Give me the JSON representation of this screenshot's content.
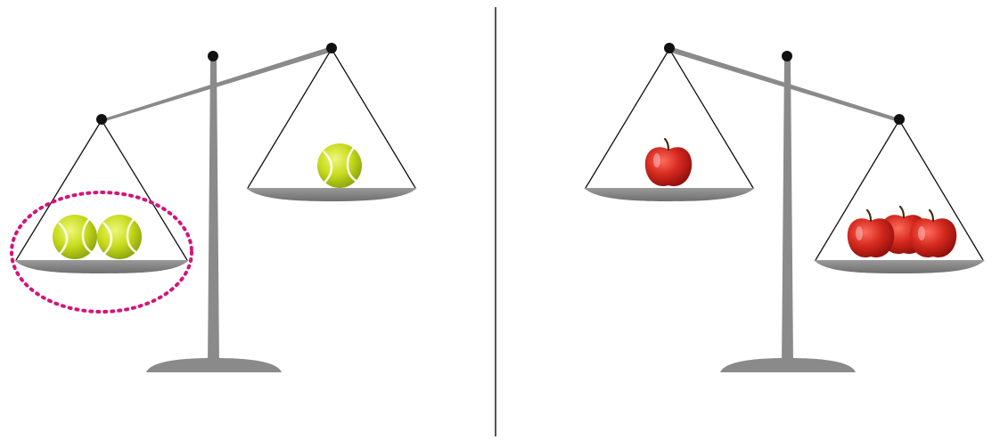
{
  "panels": [
    {
      "id": "left",
      "heavier_side": "left",
      "left_pan": {
        "item": "tennis-ball",
        "count": 2,
        "highlighted": true
      },
      "right_pan": {
        "item": "tennis-ball",
        "count": 1,
        "highlighted": false
      }
    },
    {
      "id": "right",
      "heavier_side": "right",
      "left_pan": {
        "item": "apple",
        "count": 1,
        "highlighted": false
      },
      "right_pan": {
        "item": "apple",
        "count": 3,
        "highlighted": false
      }
    }
  ],
  "colors": {
    "background": "#ffffff",
    "scale_gray": "#8a8a8a",
    "pivot_black": "#111111",
    "divider": "#555555",
    "highlight": "#d4147a",
    "tennis_ball": "#c8dc1e",
    "apple": "#c81e1e"
  },
  "icons": {
    "ball": "tennis-ball-icon",
    "apple": "apple-icon",
    "highlight": "highlight-ellipse-icon"
  }
}
